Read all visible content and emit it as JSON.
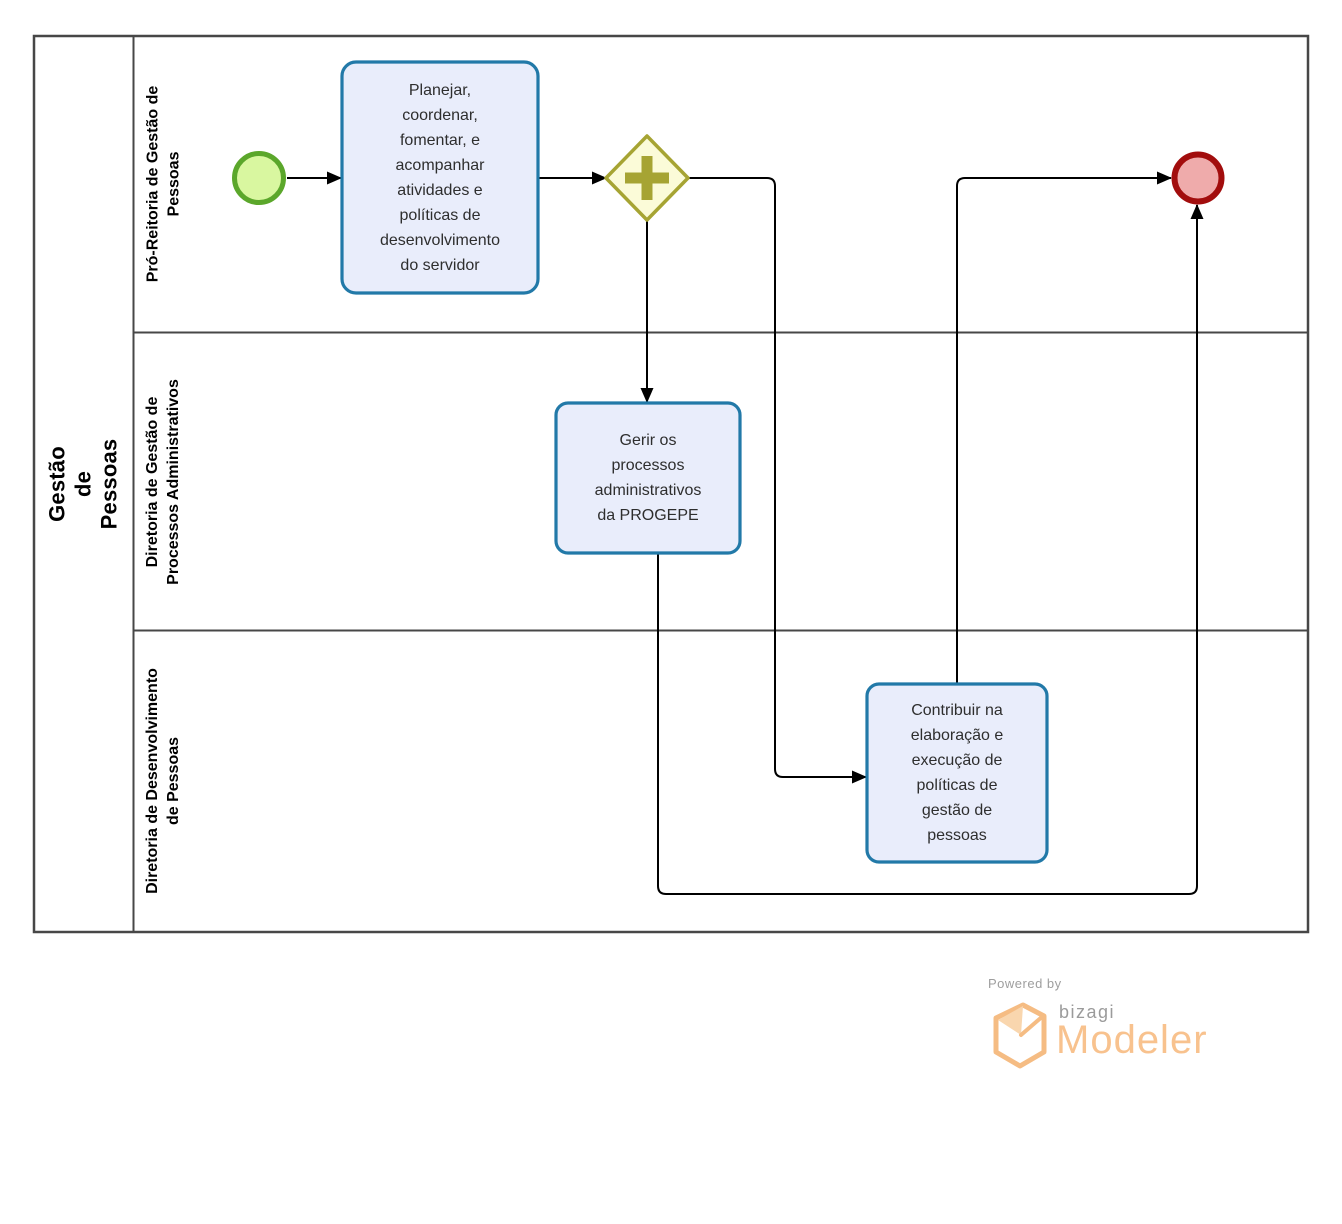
{
  "pool": {
    "label": "Gestão de Pessoas"
  },
  "lanes": [
    {
      "id": "lane-pro-reitoria",
      "label_lines": [
        "Pró-Reitoria de Gestão de",
        "Pessoas"
      ]
    },
    {
      "id": "lane-gestao-processos",
      "label_lines": [
        "Diretoria de Gestão de",
        "Processos Administrativos"
      ]
    },
    {
      "id": "lane-desenvolvimento",
      "label_lines": [
        "Diretoria de Desenvolvimento",
        "de Pessoas"
      ]
    }
  ],
  "nodes": {
    "start_event": {
      "type": "start-event",
      "lane": "lane-pro-reitoria"
    },
    "task_planejar": {
      "type": "task",
      "lane": "lane-pro-reitoria",
      "lines": [
        "Planejar,",
        "coordenar,",
        "fomentar, e",
        "acompanhar",
        "atividades e",
        "políticas de",
        "desenvolvimento",
        "do servidor"
      ]
    },
    "parallel_gateway": {
      "type": "parallel-gateway",
      "lane": "lane-pro-reitoria"
    },
    "task_gerir": {
      "type": "task",
      "lane": "lane-gestao-processos",
      "lines": [
        "Gerir os",
        "processos",
        "administrativos",
        "da PROGEPE"
      ]
    },
    "task_contribuir": {
      "type": "task",
      "lane": "lane-desenvolvimento",
      "lines": [
        "Contribuir na",
        "elaboração e",
        "execução de",
        "políticas de",
        "gestão de",
        "pessoas"
      ]
    },
    "end_event": {
      "type": "end-event",
      "lane": "lane-pro-reitoria"
    }
  },
  "flows": [
    {
      "from": "start-event",
      "to": "task-planejar"
    },
    {
      "from": "task-planejar",
      "to": "parallel-gateway"
    },
    {
      "from": "parallel-gateway",
      "to": "task-gerir"
    },
    {
      "from": "parallel-gateway",
      "to": "task-contribuir"
    },
    {
      "from": "task-gerir",
      "to": "end-event"
    },
    {
      "from": "task-contribuir",
      "to": "end-event"
    }
  ],
  "colors": {
    "task_fill": "#e9edfb",
    "task_border": "#2279a8",
    "start_fill": "#d9f7a0",
    "start_border": "#5ba72b",
    "gateway_fill": "#fbfbd8",
    "gateway_border": "#a6a433",
    "end_fill": "#efabab",
    "end_border": "#a20d0d",
    "flow_line": "#000000",
    "pool_border": "#474747",
    "logo_orange": "#f8c28e",
    "logo_gray": "#9e9e9e"
  },
  "logo": {
    "powered_by": "Powered by",
    "brand": "bizagi",
    "product": "Modeler"
  }
}
